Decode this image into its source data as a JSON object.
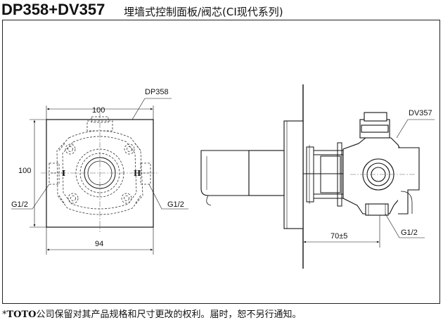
{
  "header": {
    "model": "DP358+DV357",
    "description": "埋墙式控制面板/阀芯(CI现代系列)"
  },
  "drawing": {
    "front_view": {
      "part_label": "DP358",
      "width_dim": "100",
      "height_dim": "100",
      "bottom_dim": "94",
      "left_thread": "G1/2",
      "right_thread": "G1/2",
      "roman_left": "I",
      "roman_right": "II"
    },
    "side_view": {
      "part_label": "DV357",
      "depth_dim": "70±5",
      "outlet_thread": "G1/2"
    }
  },
  "footer": {
    "asterisk": "*",
    "brand": "TOTO",
    "notice": "公司保留对其产品规格和尺寸更改的权利。届时，恕不另行通知。"
  }
}
